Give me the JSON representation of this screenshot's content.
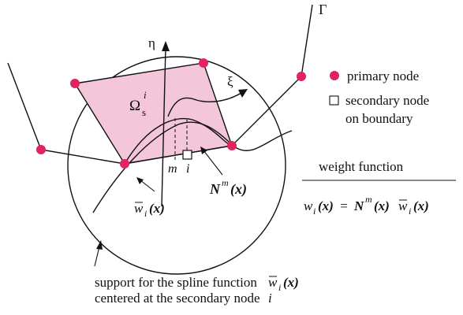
{
  "labels": {
    "boundary": "Γ",
    "eta": "η",
    "xi": "ξ",
    "omega_main": "Ω",
    "omega_sub": "s",
    "omega_sup": "i",
    "node_m": "m",
    "node_i": "i"
  },
  "legend": {
    "primary_label": "primary node",
    "secondary_line1": "secondary node",
    "secondary_line2": "on boundary"
  },
  "shape_fn": {
    "main": "N",
    "sup": "m",
    "arg": "(x)"
  },
  "spline_fn": {
    "main": "w",
    "sub": "i",
    "arg": "(x)"
  },
  "weight": {
    "title": "weight function",
    "lhs_main": "w",
    "lhs_sub": "i",
    "lhs_arg": "(x)",
    "eq": " = ",
    "n_main": "N",
    "n_sup": "m",
    "n_arg": "(x)",
    "w_main": "w",
    "w_sub": "i",
    "w_arg": "(x)"
  },
  "support": {
    "line1_text": "support for the spline function ",
    "line1_main": "w",
    "line1_sub": "i",
    "line1_arg": "(x)",
    "line2_text": "centered at the secondary node ",
    "line2_var": "i"
  },
  "colors": {
    "element_fill": "#f4c6d9",
    "node": "#e0245e",
    "line": "#111111"
  }
}
